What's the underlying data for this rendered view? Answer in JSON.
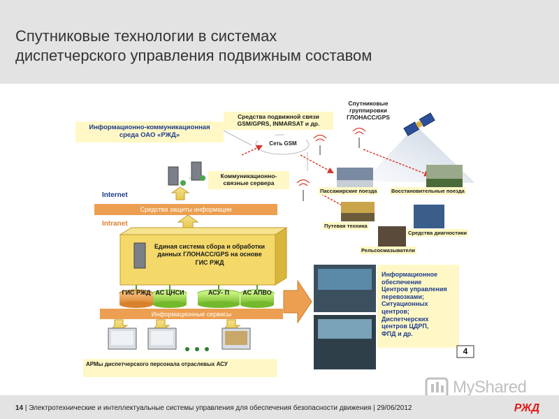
{
  "header": {
    "title_line1": "Спутниковые технологии в системах",
    "title_line2": "диспетчерского управления подвижным составом"
  },
  "diagram": {
    "info_env_line1": "Информационно-коммуникационная",
    "info_env_line2": "среда ОАО «РЖД»",
    "mobile_comm_line1": "Средства подвижной связи",
    "mobile_comm_line2": "GSM/GPRS, INMARSAT и др.",
    "gsm_cloud": "Сеть GSM",
    "satellite_line1": "Спутниковые группировки",
    "satellite_line2": "ГЛОНАСС/GPS",
    "comm_servers_line1": "Коммуникационно-",
    "comm_servers_line2": "связные сервера",
    "internet": "Internet",
    "security_bar": "Средства защиты информации",
    "intranet": "Intranet",
    "central_line1": "Единая система сбора и обработки",
    "central_line2": "данных ГЛОНАСС/GPS на основе",
    "central_line3": "ГИС РЖД",
    "db": [
      "ГИС РЖД",
      "АС ЦНСИ",
      "АСУ- П",
      "АС АПВО"
    ],
    "services_bar": "Информационные сервисы",
    "arm_label": "АРМы диспетчерского персонала отраслевых АСУ",
    "passenger_trains": "Пассажирские поезда",
    "recovery_trains": "Восстановительные поезда",
    "track_equipment": "Путевая техника",
    "diagnostics": "Средства диагностики",
    "rail_lubricators": "Рельсосмазыватели",
    "info_support_lines": [
      "Информационное",
      "обеспечение",
      "Центров управления",
      "перевозками;",
      "Ситуационных",
      "центров;",
      "Диспетчерских",
      "центров ЦДРП,",
      "ФПД и др."
    ],
    "badge_number": "4"
  },
  "footer": {
    "page_number": "14",
    "separator": "|",
    "text": "Электротехнические и интеллектуальные системы управления для обеспечения безопасности движения",
    "date": "29/06/2012",
    "logo": "РЖД"
  },
  "watermark": {
    "text": "MyShared"
  },
  "colors": {
    "header_bg": "#e3e3e3",
    "label_bg": "#fff8c6",
    "label_text": "#1f3b8c",
    "orange": "#ec9f50",
    "green": "#9ad94a",
    "red_arrow": "#d9362b",
    "logo_red": "#e21a1a"
  }
}
